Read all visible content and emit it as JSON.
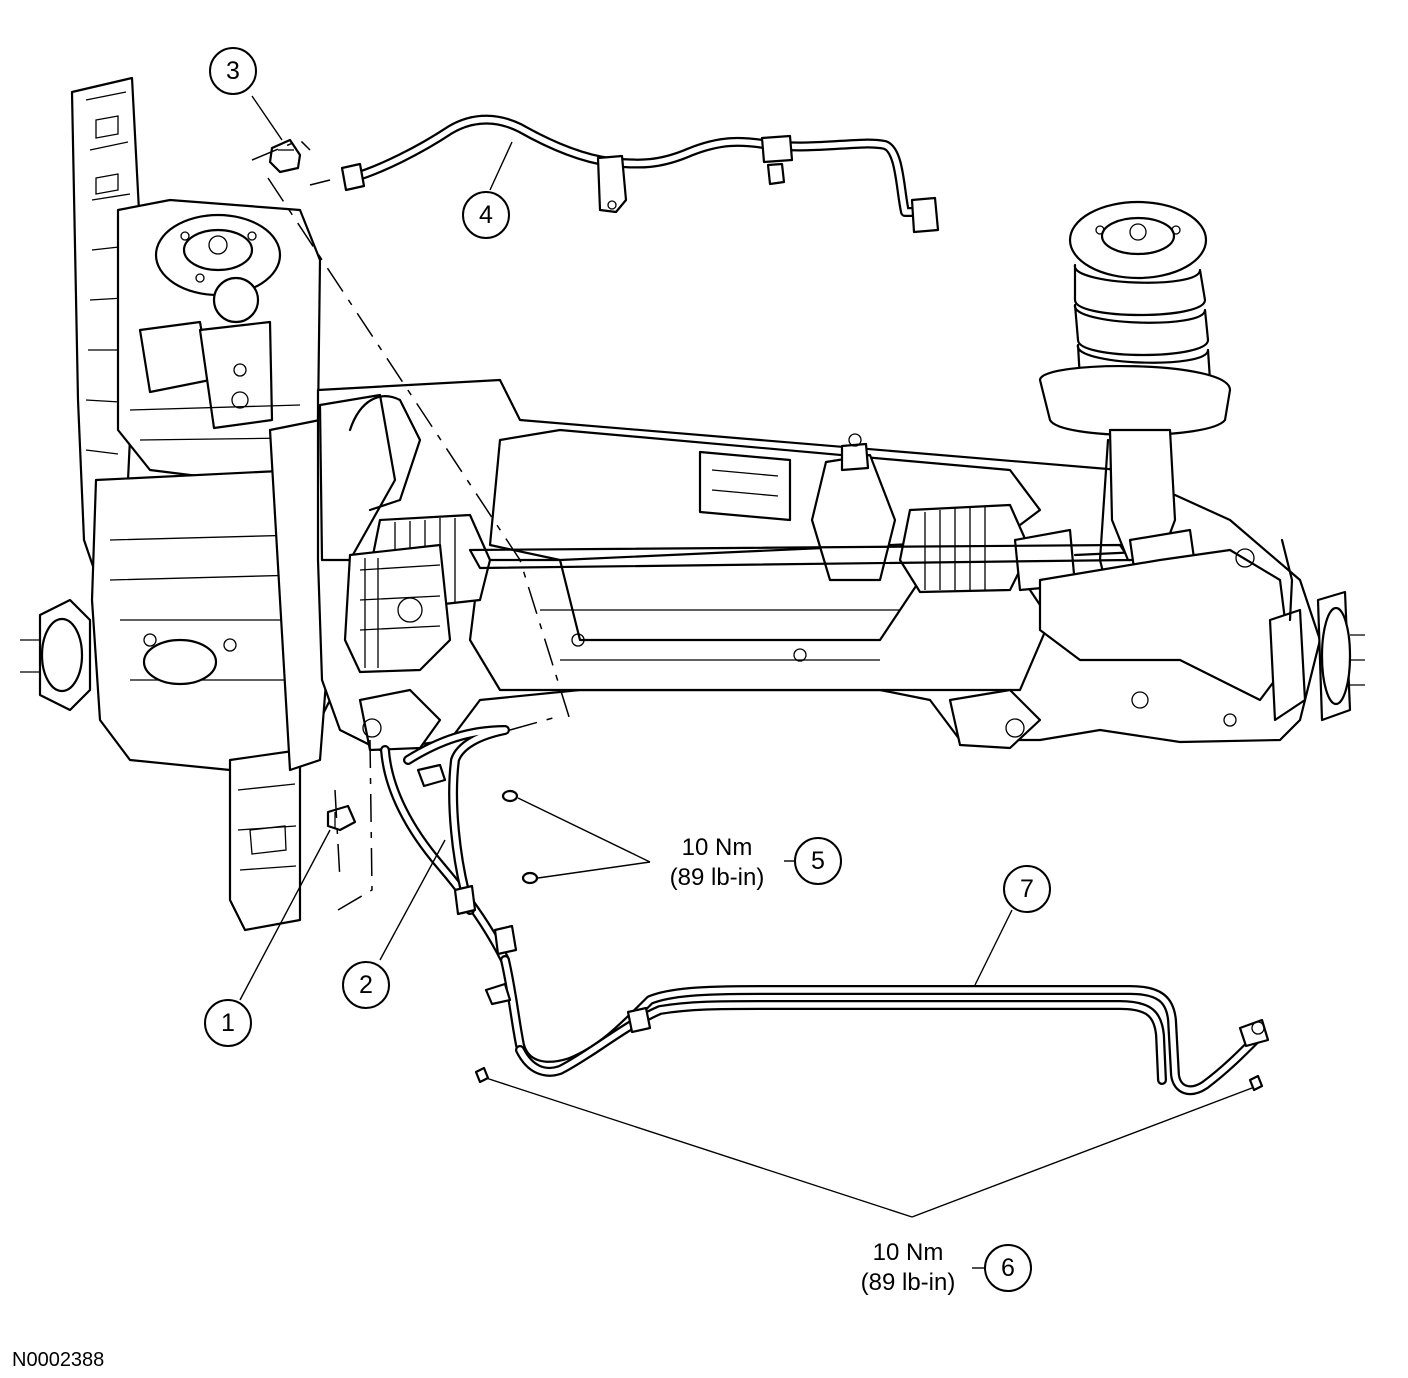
{
  "figure_id": "N0002388",
  "callouts": [
    {
      "number": "1"
    },
    {
      "number": "2"
    },
    {
      "number": "3"
    },
    {
      "number": "4"
    },
    {
      "number": "5"
    },
    {
      "number": "6"
    },
    {
      "number": "7"
    }
  ],
  "torque_specs": [
    {
      "callout": "5",
      "metric": "10 Nm",
      "imperial": "(89 lb-in)"
    },
    {
      "callout": "6",
      "metric": "10 Nm",
      "imperial": "(89 lb-in)"
    }
  ]
}
